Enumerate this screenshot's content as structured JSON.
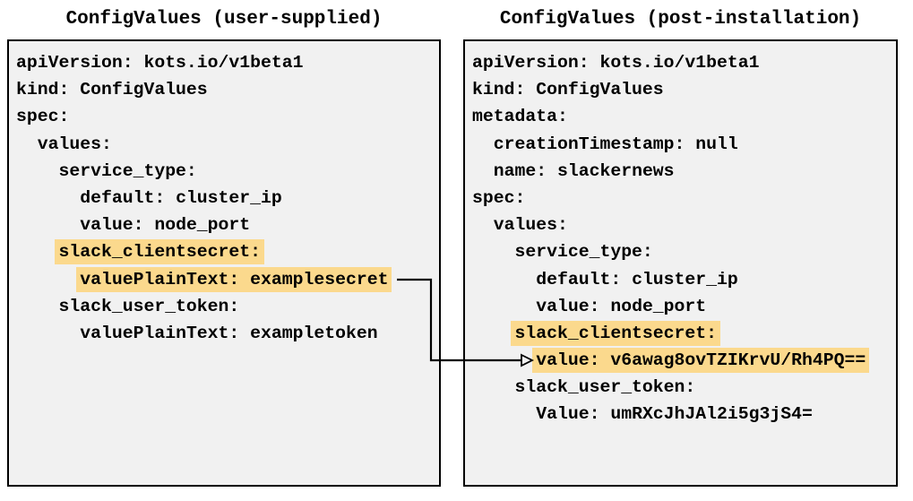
{
  "colors": {
    "highlight": "#fbd98d",
    "panel_background": "#f1f1f1",
    "panel_border": "#000000",
    "text": "#000000",
    "arrow": "#000000"
  },
  "left_panel": {
    "title": "ConfigValues (user-supplied)",
    "lines": [
      {
        "indent": "",
        "text": "apiVersion: kots.io/v1beta1",
        "highlighted": false
      },
      {
        "indent": "",
        "text": "kind: ConfigValues",
        "highlighted": false
      },
      {
        "indent": "",
        "text": "spec:",
        "highlighted": false
      },
      {
        "indent": "  ",
        "text": "values:",
        "highlighted": false
      },
      {
        "indent": "    ",
        "text": "service_type:",
        "highlighted": false
      },
      {
        "indent": "      ",
        "text": "default: cluster_ip",
        "highlighted": false
      },
      {
        "indent": "      ",
        "text": "value: node_port",
        "highlighted": false
      },
      {
        "indent": "    ",
        "text": "slack_clientsecret:",
        "highlighted": true
      },
      {
        "indent": "      ",
        "text": "valuePlainText: examplesecret",
        "highlighted": true
      },
      {
        "indent": "    ",
        "text": "slack_user_token:",
        "highlighted": false
      },
      {
        "indent": "      ",
        "text": "valuePlainText: exampletoken",
        "highlighted": false
      }
    ]
  },
  "right_panel": {
    "title": "ConfigValues (post-installation)",
    "lines": [
      {
        "indent": "",
        "text": "apiVersion: kots.io/v1beta1",
        "highlighted": false
      },
      {
        "indent": "",
        "text": "kind: ConfigValues",
        "highlighted": false
      },
      {
        "indent": "",
        "text": "metadata:",
        "highlighted": false
      },
      {
        "indent": "  ",
        "text": "creationTimestamp: null",
        "highlighted": false
      },
      {
        "indent": "  ",
        "text": "name: slackernews",
        "highlighted": false
      },
      {
        "indent": "",
        "text": "spec:",
        "highlighted": false
      },
      {
        "indent": "  ",
        "text": "values:",
        "highlighted": false
      },
      {
        "indent": "    ",
        "text": "service_type:",
        "highlighted": false
      },
      {
        "indent": "      ",
        "text": "default: cluster_ip",
        "highlighted": false
      },
      {
        "indent": "      ",
        "text": "value: node_port",
        "highlighted": false
      },
      {
        "indent": "    ",
        "text": "slack_clientsecret:",
        "highlighted": true
      },
      {
        "indent": "      ",
        "text": "value: v6awag8ovTZIKrvU/Rh4PQ==",
        "highlighted": true
      },
      {
        "indent": "    ",
        "text": "slack_user_token:",
        "highlighted": false
      },
      {
        "indent": "      ",
        "text": "Value: umRXcJhJAl2i5g3jS4=",
        "highlighted": false
      }
    ]
  }
}
